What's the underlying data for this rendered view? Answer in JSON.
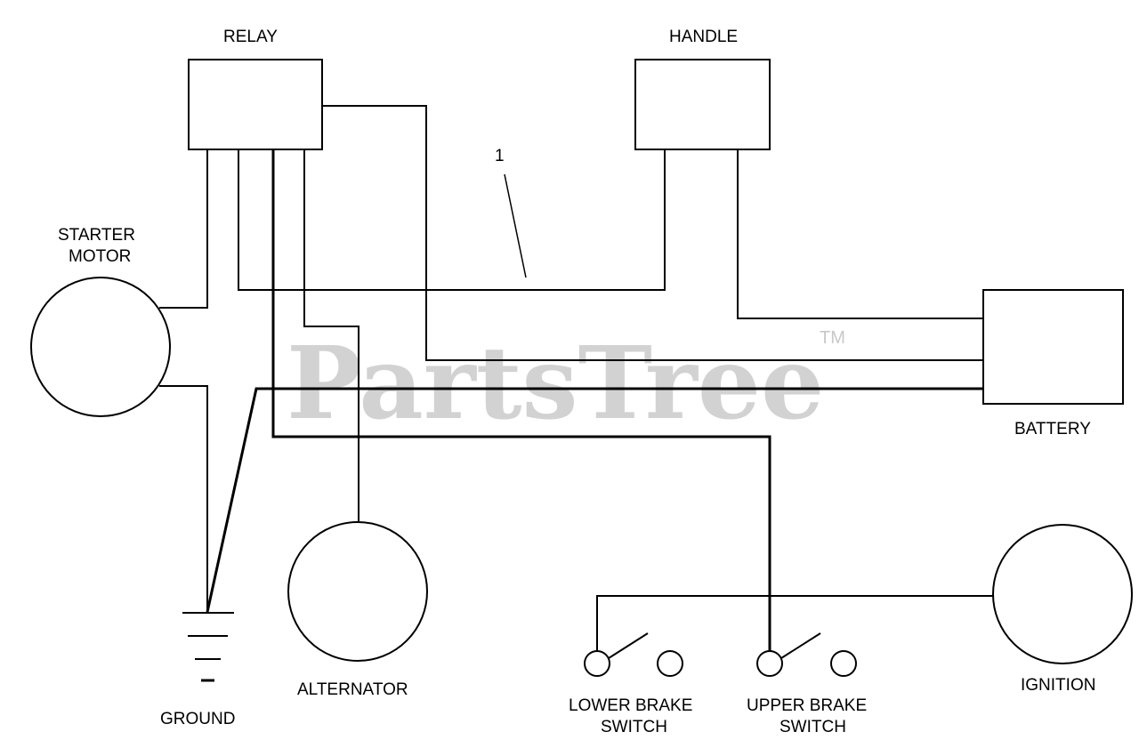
{
  "labels": {
    "relay": "RELAY",
    "handle": "HANDLE",
    "starter_motor_line1": "STARTER",
    "starter_motor_line2": "MOTOR",
    "battery": "BATTERY",
    "ground": "GROUND",
    "alternator": "ALTERNATOR",
    "lower_brake_line1": "LOWER BRAKE",
    "lower_brake_line2": "SWITCH",
    "upper_brake_line1": "UPPER BRAKE",
    "upper_brake_line2": "SWITCH",
    "ignition": "IGNITION",
    "callout_1": "1"
  },
  "watermark": {
    "text": "PartsTree",
    "trademark": "TM"
  }
}
